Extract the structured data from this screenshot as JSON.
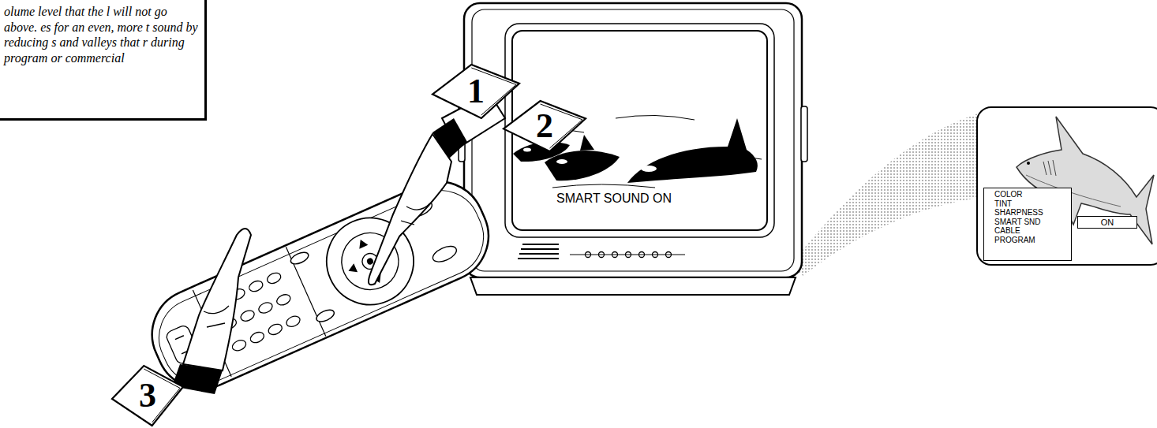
{
  "diagram": {
    "nodes": [
      {
        "text": [
          "olume level that the l will not go above. es for an even, more t sound by reducing s and valleys that r during program or commercial"
        ]
      },
      {
        "text": [
          "1"
        ]
      },
      {
        "text": [
          "2"
        ]
      },
      {
        "text": [
          "SMART SOUND ON"
        ]
      },
      {
        "text": [
          "3"
        ]
      },
      {
        "text": [
          "COLOR",
          "TINT",
          "SHARPNESS",
          "SMART SND",
          "CABLE",
          "PROGRAM"
        ]
      },
      {
        "text": [
          "ON"
        ]
      }
    ]
  }
}
